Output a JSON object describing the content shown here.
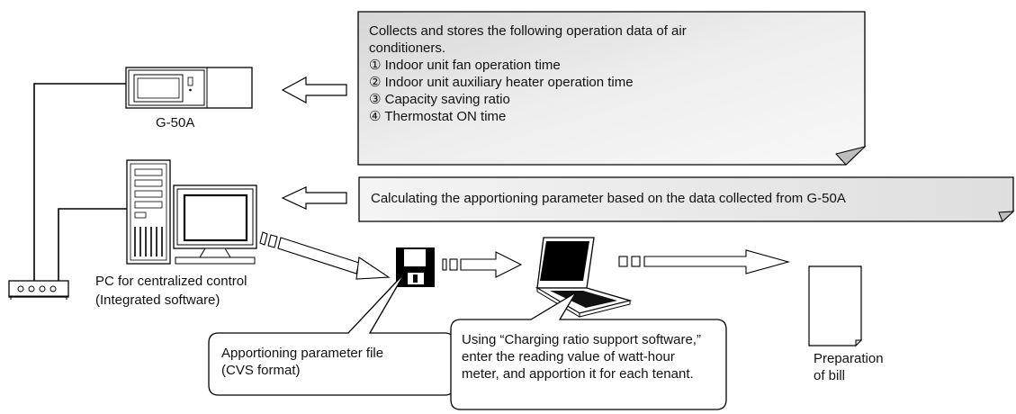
{
  "devices": {
    "g50a_label": "G-50A",
    "pc_label_line1": "PC for centralized control",
    "pc_label_line2": "(Integrated software)",
    "bill_label_line1": "Preparation",
    "bill_label_line2": "of bill"
  },
  "note_g50a": {
    "lines": [
      "Collects and stores the following operation data of air",
      "conditioners.",
      "① Indoor unit fan operation time",
      "② Indoor unit auxiliary heater operation time",
      "③ Capacity saving ratio",
      "④ Thermostat ON time"
    ]
  },
  "note_pc": {
    "text": "Calculating the apportioning parameter based on the data collected from G-50A"
  },
  "callout_file": {
    "line1": "Apportioning parameter file",
    "line2": "(CVS format)"
  },
  "callout_software": {
    "line1": "Using “Charging ratio support software,”",
    "line2": "enter the reading value of watt-hour",
    "line3": "meter, and apportion it for each tenant."
  }
}
